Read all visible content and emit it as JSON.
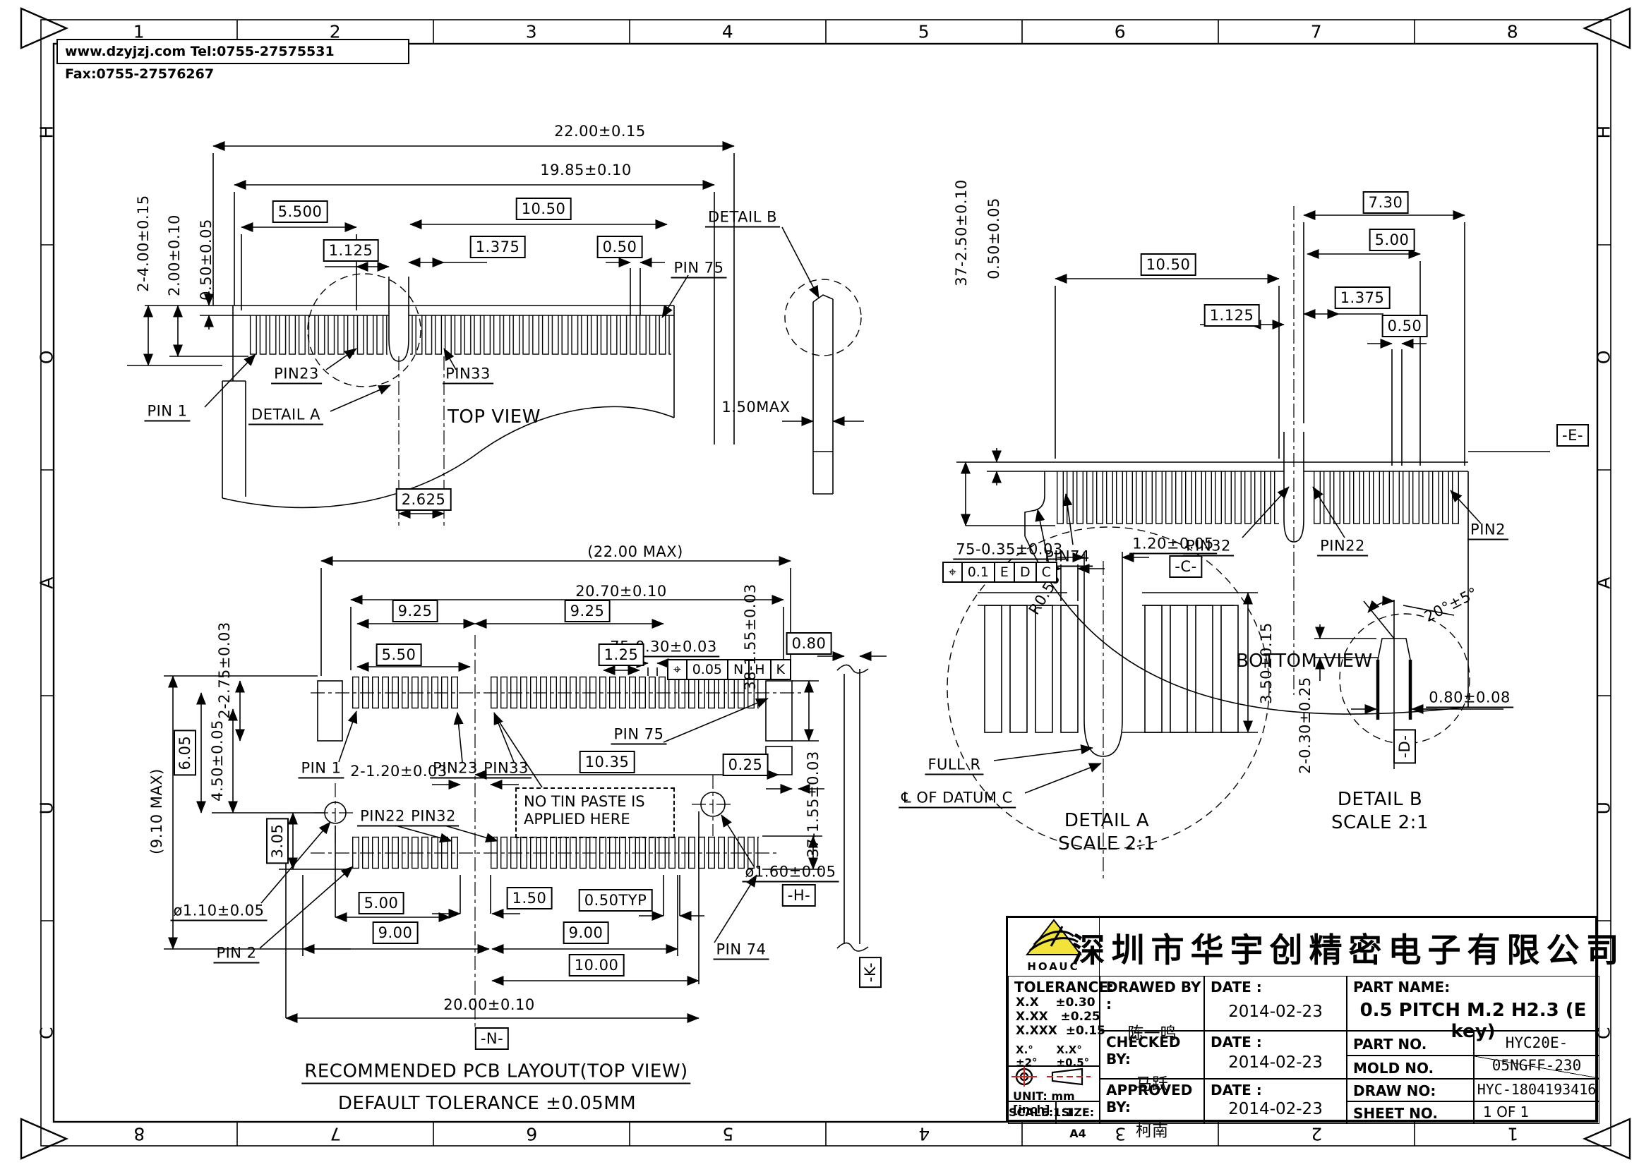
{
  "sheet": {
    "bg": "#ffffff",
    "line": "#000000",
    "red": "#cc2222",
    "logo_yellow": "#f2e33a"
  },
  "border": {
    "top_numbers": [
      "1",
      "2",
      "3",
      "4",
      "5",
      "6",
      "7",
      "8"
    ],
    "bottom_numbers": [
      "8",
      "7",
      "6",
      "5",
      "4",
      "3",
      "2",
      "1"
    ],
    "left_letters": [
      "H",
      "O",
      "A",
      "U",
      "C"
    ],
    "right_letters": [
      "H",
      "O",
      "A",
      "U",
      "C"
    ]
  },
  "header": {
    "contact": "www.dzyjzj.com   Tel:0755-27575531   Fax:0755-27576267"
  },
  "top_view": {
    "title": "TOP VIEW",
    "d22": "22.00±0.15",
    "d1985": "19.85±0.10",
    "d5500": "5.500",
    "d1050": "10.50",
    "d1125": "1.125",
    "d1375": "1.375",
    "d050": "0.50",
    "v400": "2-4.00±0.15",
    "v200": "2.00±0.10",
    "v050": "0.50±0.05",
    "pin1": "PIN 1",
    "pin23": "PIN23",
    "pin33": "PIN33",
    "pin75": "PIN 75",
    "detail_a": "DETAIL A",
    "detail_b": "DETAIL B",
    "d2625": "2.625",
    "d150max": "1.50MAX"
  },
  "bottom_view": {
    "title": "BOTTOM VIEW",
    "v3750": "37-2.50±0.10",
    "v050": "0.50±0.05",
    "d730": "7.30",
    "d500": "5.00",
    "d1050": "10.50",
    "d1375": "1.375",
    "d1125": "1.125",
    "d050": "0.50",
    "datum_e": "-E-",
    "pin2": "PIN2",
    "pin74": "PIN74",
    "pin32": "PIN32",
    "pin22": "PIN22",
    "r050": "R0.50"
  },
  "pcb": {
    "caption1": "RECOMMENDED PCB LAYOUT(TOP VIEW)",
    "caption2": "DEFAULT TOLERANCE ±0.05MM",
    "d22max": "(22.00 MAX)",
    "d2070": "20.70±0.10",
    "d925a": "9.25",
    "d925b": "9.25",
    "d75030": "75-0.30±0.03",
    "d550": "5.50",
    "d125": "1.25",
    "fcf1": {
      "sym": "⌖",
      "tol": "0.05",
      "d1": "N",
      "d2": "H",
      "d3": "K"
    },
    "v275": "2-2.75±0.03",
    "v910": "(9.10 MAX)",
    "v605": "6.05",
    "v450": "4.50±0.05",
    "v305": "3.05",
    "d2120": "2-1.20±0.03",
    "pin1": "PIN 1",
    "pin23": "PIN23",
    "pin33": "PIN33",
    "pin75": "PIN 75",
    "d1035": "10.35",
    "v3815": "38-1.55±0.03",
    "d080": "0.80",
    "d025": "0.25",
    "v3715": "37-1.55±0.03",
    "no_tin1": "NO TIN PASTE IS",
    "no_tin2": "APPLIED HERE",
    "pin22": "PIN22",
    "pin32": "PIN32",
    "dia110": "ø1.10±0.05",
    "pin2": "PIN 2",
    "d500": "5.00",
    "d150": "1.50",
    "d050typ": "0.50TYP",
    "d900a": "9.00",
    "d900b": "9.00",
    "d1000": "10.00",
    "d2000": "20.00±0.10",
    "datum_n": "-N-",
    "pin74": "PIN 74",
    "dia160": "ø1.60±0.05",
    "datum_h": "-H-",
    "datum_k": "-K-"
  },
  "detail_a": {
    "d75035": "75-0.35±0.03",
    "fcf2": {
      "sym": "⌖",
      "tol": "0.1",
      "d1": "E",
      "d2": "D",
      "d3": "C"
    },
    "d120": "1.20±0.05",
    "datum_c": "-C-",
    "v350": "3.50±0.15",
    "full_r": "FULL R",
    "cl": "℄ OF DATUM C",
    "title": "DETAIL A",
    "scale": "SCALE 2:1"
  },
  "detail_b": {
    "angle": "20°±5°",
    "d080": "0.80±0.08",
    "v230": "2-0.30±0.25",
    "datum_d": "-D-",
    "title": "DETAIL B",
    "scale": "SCALE 2:1"
  },
  "title_block": {
    "company": "深圳市华宇创精密电子有限公司",
    "logo_text": "HOAUC",
    "tolerance_title": "TOLERANCE:",
    "tol1": "X.X    ±0.30",
    "tol2": "X.XX   ±0.25",
    "tol3": "X.XXX  ±0.15",
    "tol_ang1": "X.°  ±2°",
    "tol_ang2": "X.X°  ±0.5°",
    "unit": "UNIT:  mm  [inch]",
    "scale": "SCALE:1:1",
    "size": "SIZE:  A4",
    "drawed_by_label": "DRAWED BY :",
    "drawed_by": "陈一鸣",
    "date_label1": "DATE :",
    "date1": "2014-02-23",
    "part_name_label": "PART NAME:",
    "part_name": "0.5 PITCH M.2 H2.3 (E key)",
    "checked_by_label": "CHECKED BY:",
    "checked_by": "马跃",
    "date_label2": "DATE :",
    "date2": "2014-02-23",
    "part_no_label": "PART NO.",
    "part_no": "HYC20E-05NGFF-230",
    "mold_no_label": "MOLD NO.",
    "approved_by_label": "APPROVED BY:",
    "approved_by": "柯南",
    "date_label3": "DATE :",
    "date3": "2014-02-23",
    "draw_no_label": "DRAW NO:",
    "draw_no": "HYC-1804193416",
    "sheet_no_label": "SHEET NO.",
    "sheet_no": "1 OF 1"
  }
}
